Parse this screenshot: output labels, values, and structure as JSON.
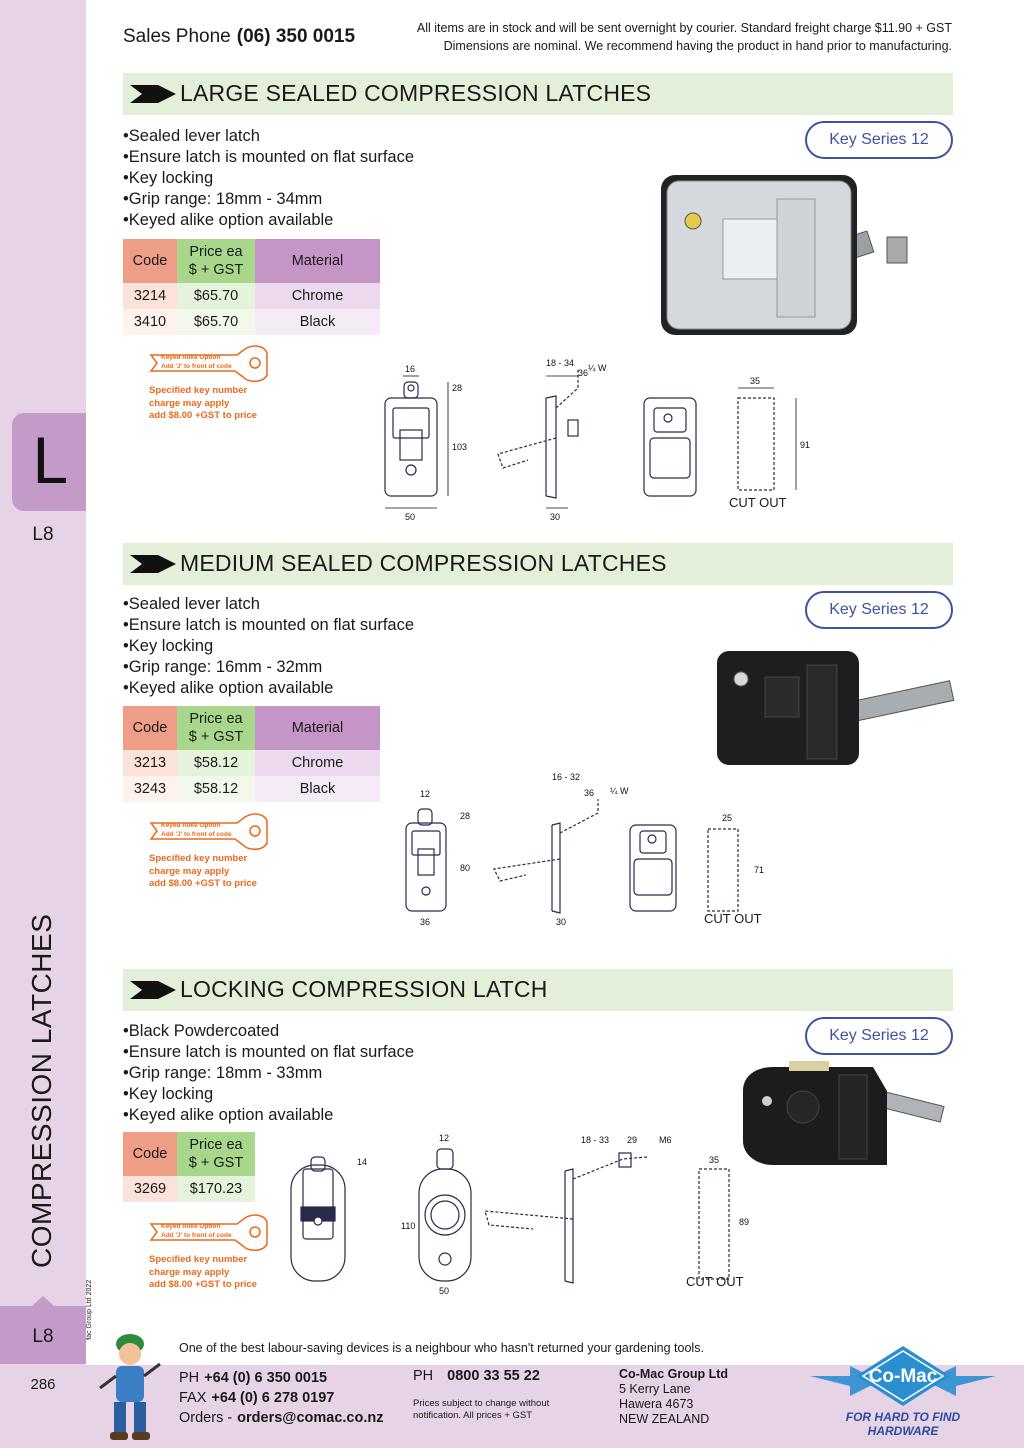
{
  "header": {
    "phone_label": "Sales Phone",
    "phone_number": "(06) 350 0015",
    "note_line1": "All items are in stock and will be sent overnight by courier. Standard freight charge $11.90 + GST",
    "note_line2": "Dimensions are nominal. We recommend having the product in hand prior to manufacturing."
  },
  "sidebar": {
    "tab_letter": "L",
    "page_code": "L8",
    "vertical_title": "COMPRESSION LATCHES",
    "copyright": "© Co-Mac Group Ltd 2022",
    "page_number": "286"
  },
  "table_headers": {
    "code": "Code",
    "price_line1": "Price ea",
    "price_line2": "$ + GST",
    "material": "Material"
  },
  "keyed_badge": {
    "label1": "Keyed Alike Option",
    "label2": "Add 'J' to front of code",
    "note1": "Specified key number",
    "note2": "charge may apply",
    "note3": "add $8.00 +GST to price"
  },
  "sections": [
    {
      "title": "LARGE SEALED COMPRESSION LATCHES",
      "key_series": "Key Series 12",
      "bullets": [
        "Sealed lever latch",
        "Ensure latch is mounted on flat surface",
        "Key locking",
        "Grip range: 18mm - 34mm",
        "Keyed alike option available"
      ],
      "rows": [
        {
          "code": "3214",
          "price": "$65.70",
          "material": "Chrome"
        },
        {
          "code": "3410",
          "price": "$65.70",
          "material": "Black"
        }
      ],
      "dims": {
        "top_width": "16",
        "top_height": "28",
        "height": "103",
        "width": "50",
        "grip": "18 - 34",
        "arm": "36",
        "thread": "¼ W",
        "depth": "30",
        "cut_w": "35",
        "cut_h": "91",
        "cutout": "CUT OUT"
      }
    },
    {
      "title": "MEDIUM SEALED COMPRESSION LATCHES",
      "key_series": "Key Series 12",
      "bullets": [
        "Sealed lever latch",
        "Ensure latch is mounted on flat surface",
        "Key locking",
        "Grip range: 16mm - 32mm",
        "Keyed alike option available"
      ],
      "rows": [
        {
          "code": "3213",
          "price": "$58.12",
          "material": "Chrome"
        },
        {
          "code": "3243",
          "price": "$58.12",
          "material": "Black"
        }
      ],
      "dims": {
        "top_width": "12",
        "top_height": "28",
        "height": "80",
        "width": "36",
        "grip": "16 - 32",
        "arm": "36",
        "thread": "¼ W",
        "depth": "30",
        "cut_w": "25",
        "cut_h": "71",
        "cutout": "CUT OUT"
      }
    },
    {
      "title": "LOCKING COMPRESSION LATCH",
      "key_series": "Key Series 12",
      "bullets": [
        "Black Powdercoated",
        "Ensure latch is mounted on flat surface",
        "Grip range: 18mm - 33mm",
        "Key locking",
        "Keyed alike option available"
      ],
      "rows": [
        {
          "code": "3269",
          "price": "$170.23"
        }
      ],
      "dims": {
        "side_top": "14",
        "top_width": "12",
        "height": "110",
        "width": "50",
        "grip": "18 - 33",
        "arm": "29",
        "thread": "M6",
        "cut_w": "35",
        "cut_h": "89",
        "cutout": "CUT OUT"
      }
    }
  ],
  "footer": {
    "quote": "One of the best labour-saving devices is a neighbour who hasn't returned your gardening tools.",
    "ph_label": "PH",
    "ph": "+64 (0) 6 350 0015",
    "fax_label": "FAX",
    "fax": "+64 (0) 6 278 0197",
    "orders_label": "Orders -",
    "orders": "orders@comac.co.nz",
    "ph2_label": "PH",
    "ph2": "0800 33 55 22",
    "prices_line1": "Prices subject to change without",
    "prices_line2": "notification. All prices + GST",
    "company": "Co-Mac Group Ltd",
    "addr1": "5 Kerry Lane",
    "addr2": "Hawera 4673",
    "addr3": "NEW ZEALAND",
    "logo": "Co-Mac",
    "tagline": "FOR HARD TO FIND HARDWARE"
  },
  "colors": {
    "section_bar": "#e4efd9",
    "sidebar": "#e6d3e6",
    "tab": "#c49ac9",
    "key_series": "#3f51a3",
    "keyed_orange": "#ea6a1c",
    "logo_blue": "#2a8fd0"
  }
}
